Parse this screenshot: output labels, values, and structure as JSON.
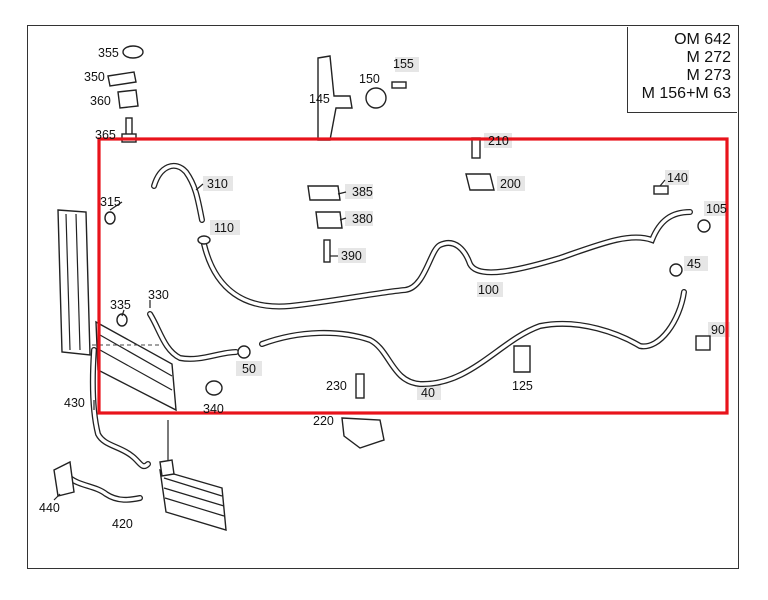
{
  "engines": [
    "OM 642",
    "M 272",
    "M 273",
    "M 156+M 63"
  ],
  "highlight_color": "#e8131b",
  "labels": {
    "p355": "355",
    "p350": "350",
    "p360": "360",
    "p365": "365",
    "p145": "145",
    "p150": "150",
    "p155": "155",
    "p210": "210",
    "p200": "200",
    "p315": "315",
    "p310": "310",
    "p110": "110",
    "p385": "385",
    "p380": "380",
    "p390": "390",
    "p140": "140",
    "p105": "105",
    "p45": "45",
    "p100": "100",
    "p335": "335",
    "p330": "330",
    "p50": "50",
    "p230": "230",
    "p40": "40",
    "p125": "125",
    "p90": "90",
    "p430": "430",
    "p340": "340",
    "p220": "220",
    "p440": "440",
    "p420": "420"
  }
}
